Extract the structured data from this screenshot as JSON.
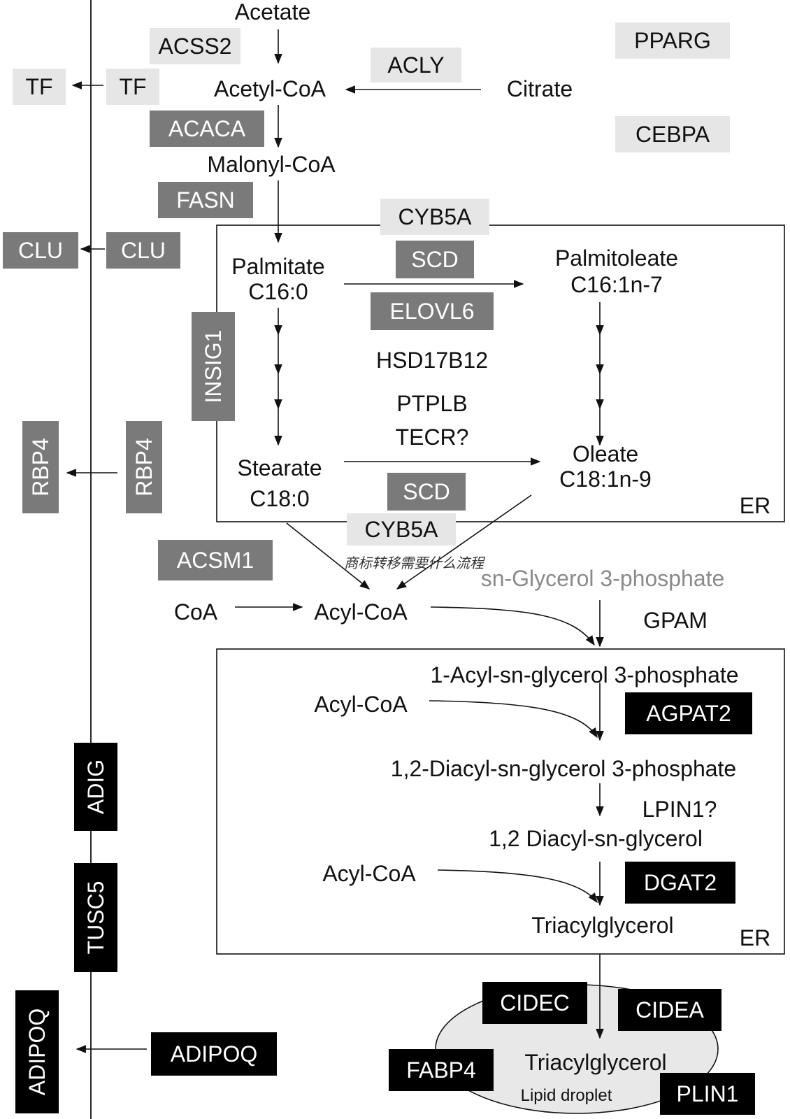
{
  "metabolites": {
    "acetate": "Acetate",
    "acetyl_coa": "Acetyl-CoA",
    "citrate": "Citrate",
    "malonyl_coa": "Malonyl-CoA",
    "palmitate": "Palmitate",
    "palmitate_c": "C16:0",
    "palmitoleate": "Palmitoleate",
    "palmitoleate_c": "C16:1n-7",
    "stearate": "Stearate",
    "stearate_c": "C18:0",
    "oleate": "Oleate",
    "oleate_c": "C18:1n-9",
    "coa": "CoA",
    "acyl_coa": "Acyl-CoA",
    "g3p": "sn-Glycerol 3-phosphate",
    "lpa": "1-Acyl-sn-glycerol 3-phosphate",
    "acyl_coa_2": "Acyl-CoA",
    "pa": "1,2-Diacyl-sn-glycerol 3-phosphate",
    "dag": "1,2 Diacyl-sn-glycerol",
    "acyl_coa_3": "Acyl-CoA",
    "tag": "Triacylglycerol",
    "tag_droplet": "Triacylglycerol",
    "lipid_droplet": "Lipid droplet"
  },
  "plain_genes": {
    "hsd17b12": "HSD17B12",
    "ptplb": "PTPLB",
    "tecr": "TECR?",
    "gpam": "GPAM",
    "lpin1": "LPIN1?"
  },
  "compartments": {
    "er_top": "ER",
    "er_bottom": "ER"
  },
  "watermark": "商标转移需要什么流程",
  "gene_boxes": [
    {
      "key": "acss2",
      "label": "ACSS2",
      "shade": "light"
    },
    {
      "key": "acly",
      "label": "ACLY",
      "shade": "light"
    },
    {
      "key": "pparg",
      "label": "PPARG",
      "shade": "light"
    },
    {
      "key": "cebpa",
      "label": "CEBPA",
      "shade": "light"
    },
    {
      "key": "tf_in",
      "label": "TF",
      "shade": "light"
    },
    {
      "key": "tf_out",
      "label": "TF",
      "shade": "light"
    },
    {
      "key": "cyb5a_top",
      "label": "CYB5A",
      "shade": "light"
    },
    {
      "key": "cyb5a_bottom",
      "label": "CYB5A",
      "shade": "light"
    },
    {
      "key": "acaca",
      "label": "ACACA",
      "shade": "mid"
    },
    {
      "key": "fasn",
      "label": "FASN",
      "shade": "mid"
    },
    {
      "key": "clu_in",
      "label": "CLU",
      "shade": "mid"
    },
    {
      "key": "clu_out",
      "label": "CLU",
      "shade": "mid"
    },
    {
      "key": "scd_top",
      "label": "SCD",
      "shade": "mid"
    },
    {
      "key": "elovl6",
      "label": "ELOVL6",
      "shade": "mid"
    },
    {
      "key": "insig1",
      "label": "INSIG1",
      "shade": "mid"
    },
    {
      "key": "rbp4_in",
      "label": "RBP4",
      "shade": "mid"
    },
    {
      "key": "rbp4_out",
      "label": "RBP4",
      "shade": "mid"
    },
    {
      "key": "scd_bottom",
      "label": "SCD",
      "shade": "mid"
    },
    {
      "key": "acsm1",
      "label": "ACSM1",
      "shade": "mid"
    },
    {
      "key": "agpat2",
      "label": "AGPAT2",
      "shade": "dark"
    },
    {
      "key": "dgat2",
      "label": "DGAT2",
      "shade": "dark"
    },
    {
      "key": "adig",
      "label": "ADIG",
      "shade": "dark"
    },
    {
      "key": "tusc5",
      "label": "TUSC5",
      "shade": "dark"
    },
    {
      "key": "adipoq_out",
      "label": "ADIPOQ",
      "shade": "dark"
    },
    {
      "key": "adipoq_in",
      "label": "ADIPOQ",
      "shade": "dark"
    },
    {
      "key": "cidec",
      "label": "CIDEC",
      "shade": "dark"
    },
    {
      "key": "cidea",
      "label": "CIDEA",
      "shade": "dark"
    },
    {
      "key": "fabp4",
      "label": "FABP4",
      "shade": "dark"
    },
    {
      "key": "plin1",
      "label": "PLIN1",
      "shade": "dark"
    }
  ],
  "colors": {
    "light_box": "#e6e6e6",
    "mid_box": "#7a7a7a",
    "dark_box": "#000000",
    "droplet_fill": "#e8e8e8",
    "g3p_text": "#8a8a8a",
    "watermark": "#333333"
  }
}
